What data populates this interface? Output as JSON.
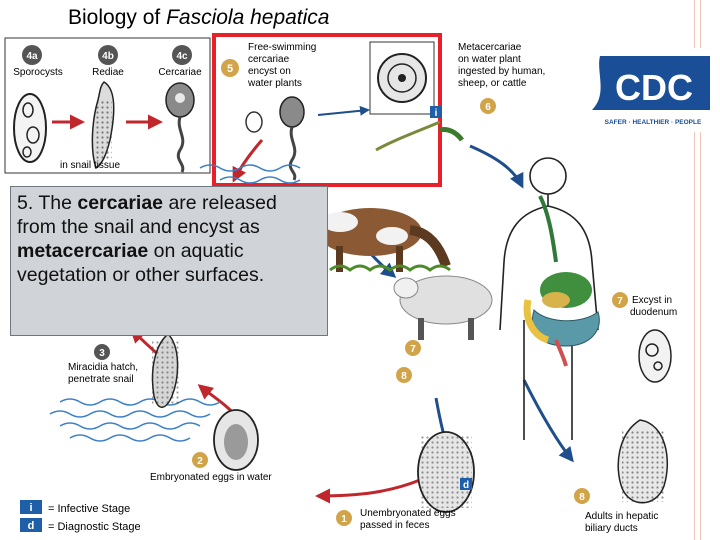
{
  "slide": {
    "title_main": "Biology of ",
    "title_species": "Fasciola hepatica"
  },
  "caption": {
    "p1": "5. The ",
    "b1": "cercariae",
    "p2": " are released from the snail and encyst as ",
    "b2": "metacercariae",
    "p3": " on aquatic vegetation or other surfaces."
  },
  "stages": {
    "s4a": {
      "num": "4a",
      "label": "Sporocysts"
    },
    "s4b": {
      "num": "4b",
      "label": "Rediae"
    },
    "s4c": {
      "num": "4c",
      "label": "Cercariae"
    },
    "snail_tissue": "in snail tissue",
    "s5": {
      "num": "5",
      "line1": "Free-swimming",
      "line2": "cercariae",
      "line3": "encyst on",
      "line4": "water plants"
    },
    "s6": {
      "num": "6",
      "line1": "Metacercariae",
      "line2": "on water plant",
      "line3": "ingested by human,",
      "line4": "sheep, or cattle"
    },
    "s7_human": {
      "num": "7",
      "line1": "Excyst in",
      "line2": "duodenum"
    },
    "s7_animal": {
      "num": "7"
    },
    "s8_animal": {
      "num": "8"
    },
    "s8": {
      "num": "8",
      "line1": "Adults in hepatic",
      "line2": "biliary ducts"
    },
    "s1": {
      "num": "1",
      "line1": "Unembryonated eggs",
      "line2": "passed in feces"
    },
    "s2": {
      "num": "2",
      "label": "Embryonated eggs in water"
    },
    "s3": {
      "num": "3",
      "line1": "Miracidia hatch,",
      "line2": "penetrate snail"
    },
    "marker_i": "i",
    "marker_d": "d"
  },
  "legend": {
    "i_letter": "i",
    "i_label": "= Infective Stage",
    "d_letter": "d",
    "d_label": "= Diagnostic Stage"
  },
  "logo": {
    "text": "CDC",
    "tagline": "SAFER · HEALTHIER · PEOPLE"
  },
  "colors": {
    "stage_circle": "#d2a44a",
    "infective_blue": "#1f5fa8",
    "arrow_red": "#c0272d",
    "arrow_blue": "#1f4e8c",
    "highlight_red": "#e8202a",
    "cdc_blue": "#1a4e96"
  }
}
